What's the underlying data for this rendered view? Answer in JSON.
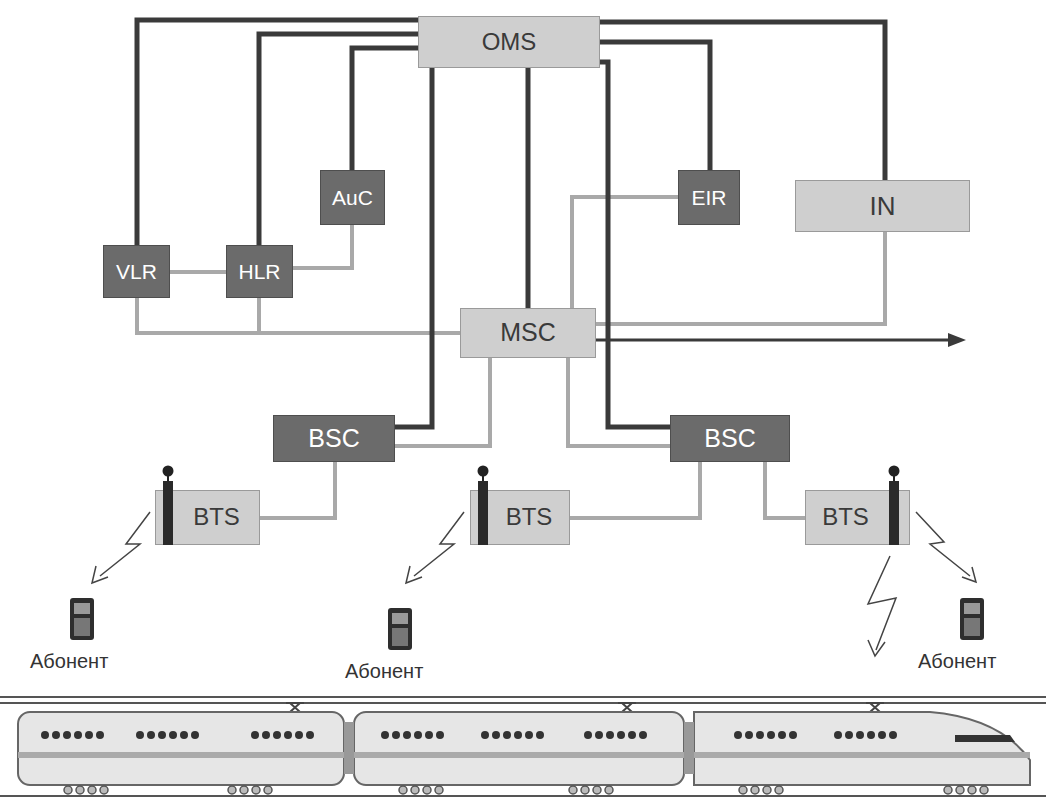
{
  "diagram": {
    "nodes": [
      {
        "text": [
          "OMS"
        ]
      },
      {
        "text": [
          "AuC"
        ]
      },
      {
        "text": [
          "EIR"
        ]
      },
      {
        "text": [
          "IN"
        ]
      },
      {
        "text": [
          "VLR"
        ]
      },
      {
        "text": [
          "HLR"
        ]
      },
      {
        "text": [
          "MSC"
        ]
      },
      {
        "text": [
          "BSC"
        ]
      },
      {
        "text": [
          "BSC"
        ]
      },
      {
        "text": [
          "BTS"
        ]
      },
      {
        "text": [
          "BTS"
        ]
      },
      {
        "text": [
          "BTS"
        ]
      }
    ],
    "edges": [
      {
        "from": 0,
        "to": 4,
        "arrow": "none"
      },
      {
        "from": 0,
        "to": 5,
        "arrow": "none"
      },
      {
        "from": 0,
        "to": 1,
        "arrow": "none"
      },
      {
        "from": 0,
        "to": 7,
        "arrow": "none"
      },
      {
        "from": 0,
        "to": 6,
        "arrow": "none"
      },
      {
        "from": 0,
        "to": 8,
        "arrow": "none"
      },
      {
        "from": 0,
        "to": 2,
        "arrow": "none"
      },
      {
        "from": 0,
        "to": 3,
        "arrow": "none"
      },
      {
        "from": 4,
        "to": 5,
        "arrow": "none"
      },
      {
        "from": 5,
        "to": 1,
        "arrow": "none"
      },
      {
        "from": 4,
        "to": 6,
        "arrow": "none"
      },
      {
        "from": 5,
        "to": 6,
        "arrow": "none"
      },
      {
        "from": 2,
        "to": 6,
        "arrow": "none"
      },
      {
        "from": 3,
        "to": 6,
        "arrow": "none"
      },
      {
        "from": 6,
        "to": 7,
        "arrow": "none"
      },
      {
        "from": 6,
        "to": 8,
        "arrow": "none"
      },
      {
        "from": 7,
        "to": 9,
        "arrow": "none"
      },
      {
        "from": 8,
        "to": 10,
        "arrow": "none"
      },
      {
        "from": 8,
        "to": 11,
        "arrow": "none"
      }
    ],
    "labels": [
      "Абонент",
      "Абонент",
      "Абонент"
    ]
  }
}
